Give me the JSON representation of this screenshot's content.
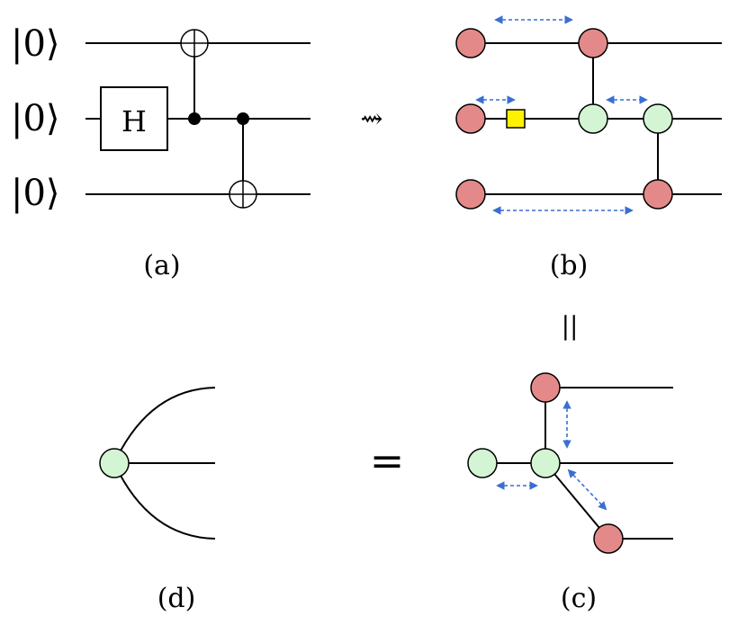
{
  "panels": {
    "a": {
      "label": "(a)"
    },
    "b": {
      "label": "(b)"
    },
    "c": {
      "label": "(c)"
    },
    "d": {
      "label": "(d)"
    }
  },
  "circuit": {
    "kets": [
      "|0⟩",
      "|0⟩",
      "|0⟩"
    ],
    "hadamard_label": "H"
  },
  "symbols": {
    "rewrite": "⇝",
    "equals": "=",
    "vertical_equals": "||"
  },
  "colors": {
    "x_spider": "#e48989",
    "z_spider": "#d3f5d3",
    "hadamard_box": "#fff200",
    "dashed_arrow": "#3a6fd1",
    "wire": "#000000"
  }
}
